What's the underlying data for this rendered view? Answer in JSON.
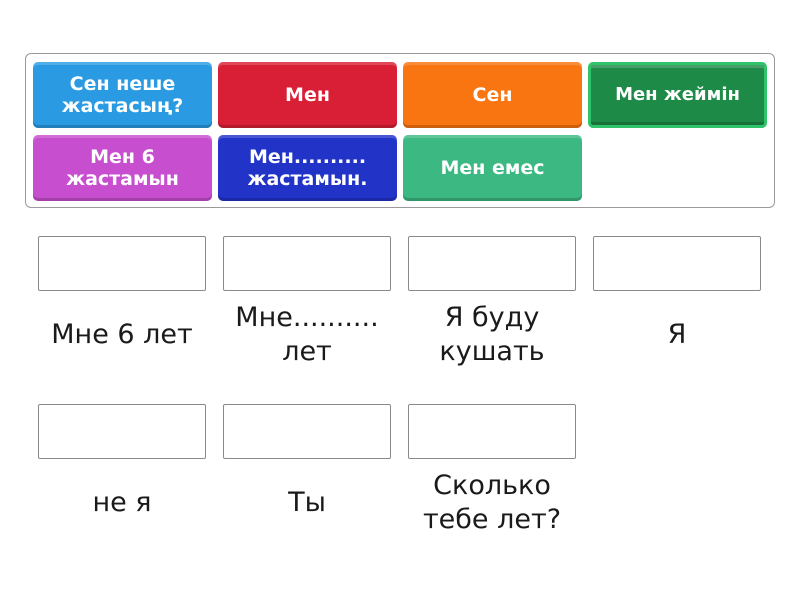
{
  "word_bank": {
    "tiles": [
      {
        "label": "Сен неше жастасың?",
        "color": "#2a9be3"
      },
      {
        "label": "Мен",
        "color": "#d91f35"
      },
      {
        "label": "Сен",
        "color": "#f87512"
      },
      {
        "label": "Мен жеймін",
        "color": "#1e8a48",
        "border": "#30c46a"
      },
      {
        "label": "Мен 6 жастамын",
        "color": "#c84ed0"
      },
      {
        "label": "Мен.......... жастамын.",
        "color": "#2233c8"
      },
      {
        "label": "Мен емес",
        "color": "#3cb882"
      }
    ]
  },
  "targets": [
    {
      "label": "Мне 6 лет",
      "value": ""
    },
    {
      "label": "Мне.......... лет",
      "value": ""
    },
    {
      "label": "Я буду кушать",
      "value": ""
    },
    {
      "label": "Я",
      "value": ""
    },
    {
      "label": "не я",
      "value": ""
    },
    {
      "label": "Ты",
      "value": ""
    },
    {
      "label": "Сколько тебе лет?",
      "value": ""
    }
  ]
}
